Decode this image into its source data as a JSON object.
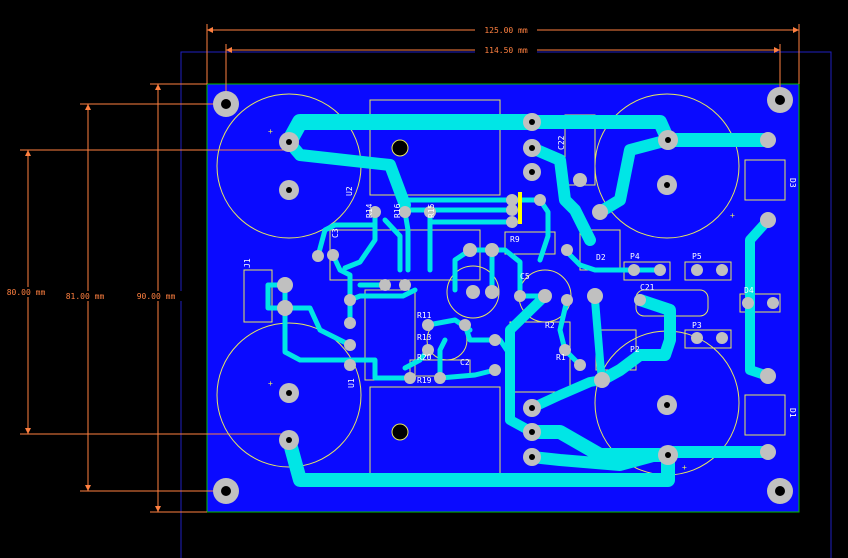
{
  "dimensions": {
    "top_outer": "125.00 mm",
    "top_inner": "114.50 mm",
    "left_outer": "80.00 mm",
    "left_mid": "81.00 mm",
    "left_inner": "90.00 mm"
  },
  "components": {
    "u2": "U2",
    "u1": "U1",
    "d1": "D1",
    "d2": "D2",
    "d3": "D3",
    "d4": "D4",
    "c21": "C21",
    "c22": "C22",
    "c5": "C5",
    "c2": "C2",
    "c3": "C3",
    "r9": "R9",
    "r2": "R2",
    "r1": "R1",
    "r11": "R11",
    "r13": "R13",
    "r20": "R20",
    "r19": "R19",
    "r14": "R14",
    "r16": "R16",
    "r15": "R15",
    "p4": "P4",
    "p5": "P5",
    "p3": "P3",
    "p2": "P2",
    "j1": "J1"
  },
  "colors": {
    "background": "#000000",
    "board_fill": "#0a0aff",
    "trace": "#00e6e6",
    "pad": "#c0c0c0",
    "silkscreen": "#e8e860",
    "dimension": "#ff8040",
    "outline_green": "#00c000",
    "outline_blue": "#2020c0"
  }
}
